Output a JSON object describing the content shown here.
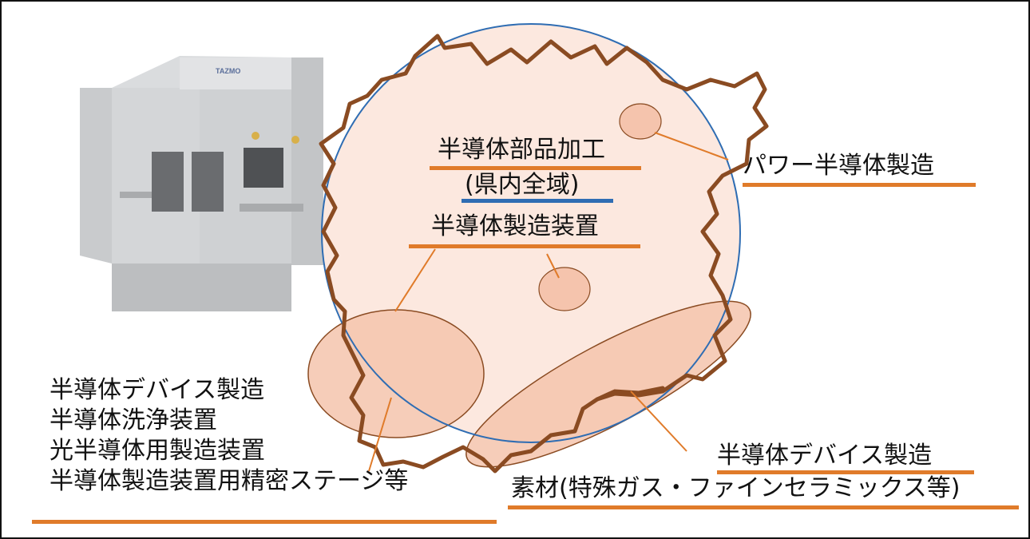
{
  "machine_brand": "TAZMO",
  "labels": {
    "parts_machining": "半導体部品加工",
    "whole_prefecture": "(県内全域)",
    "equipment": "半導体製造装置",
    "power_semiconductor": "パワー半導体製造",
    "left_list": [
      "半導体デバイス製造",
      "半導体洗浄装置",
      "光半導体用製造装置",
      "半導体製造装置用精密ステージ等"
    ],
    "right_device": "半導体デバイス製造",
    "materials": "素材(特殊ガス・ファインセラミックス等)"
  },
  "colors": {
    "outline_brown": "#8a4b22",
    "circle_blue": "#2f6db3",
    "underline_orange": "#e07b2a",
    "fill_peach": "#fbe4d9",
    "fill_salmon": "#f5c4ad",
    "leader_orange": "#e07b2a"
  }
}
